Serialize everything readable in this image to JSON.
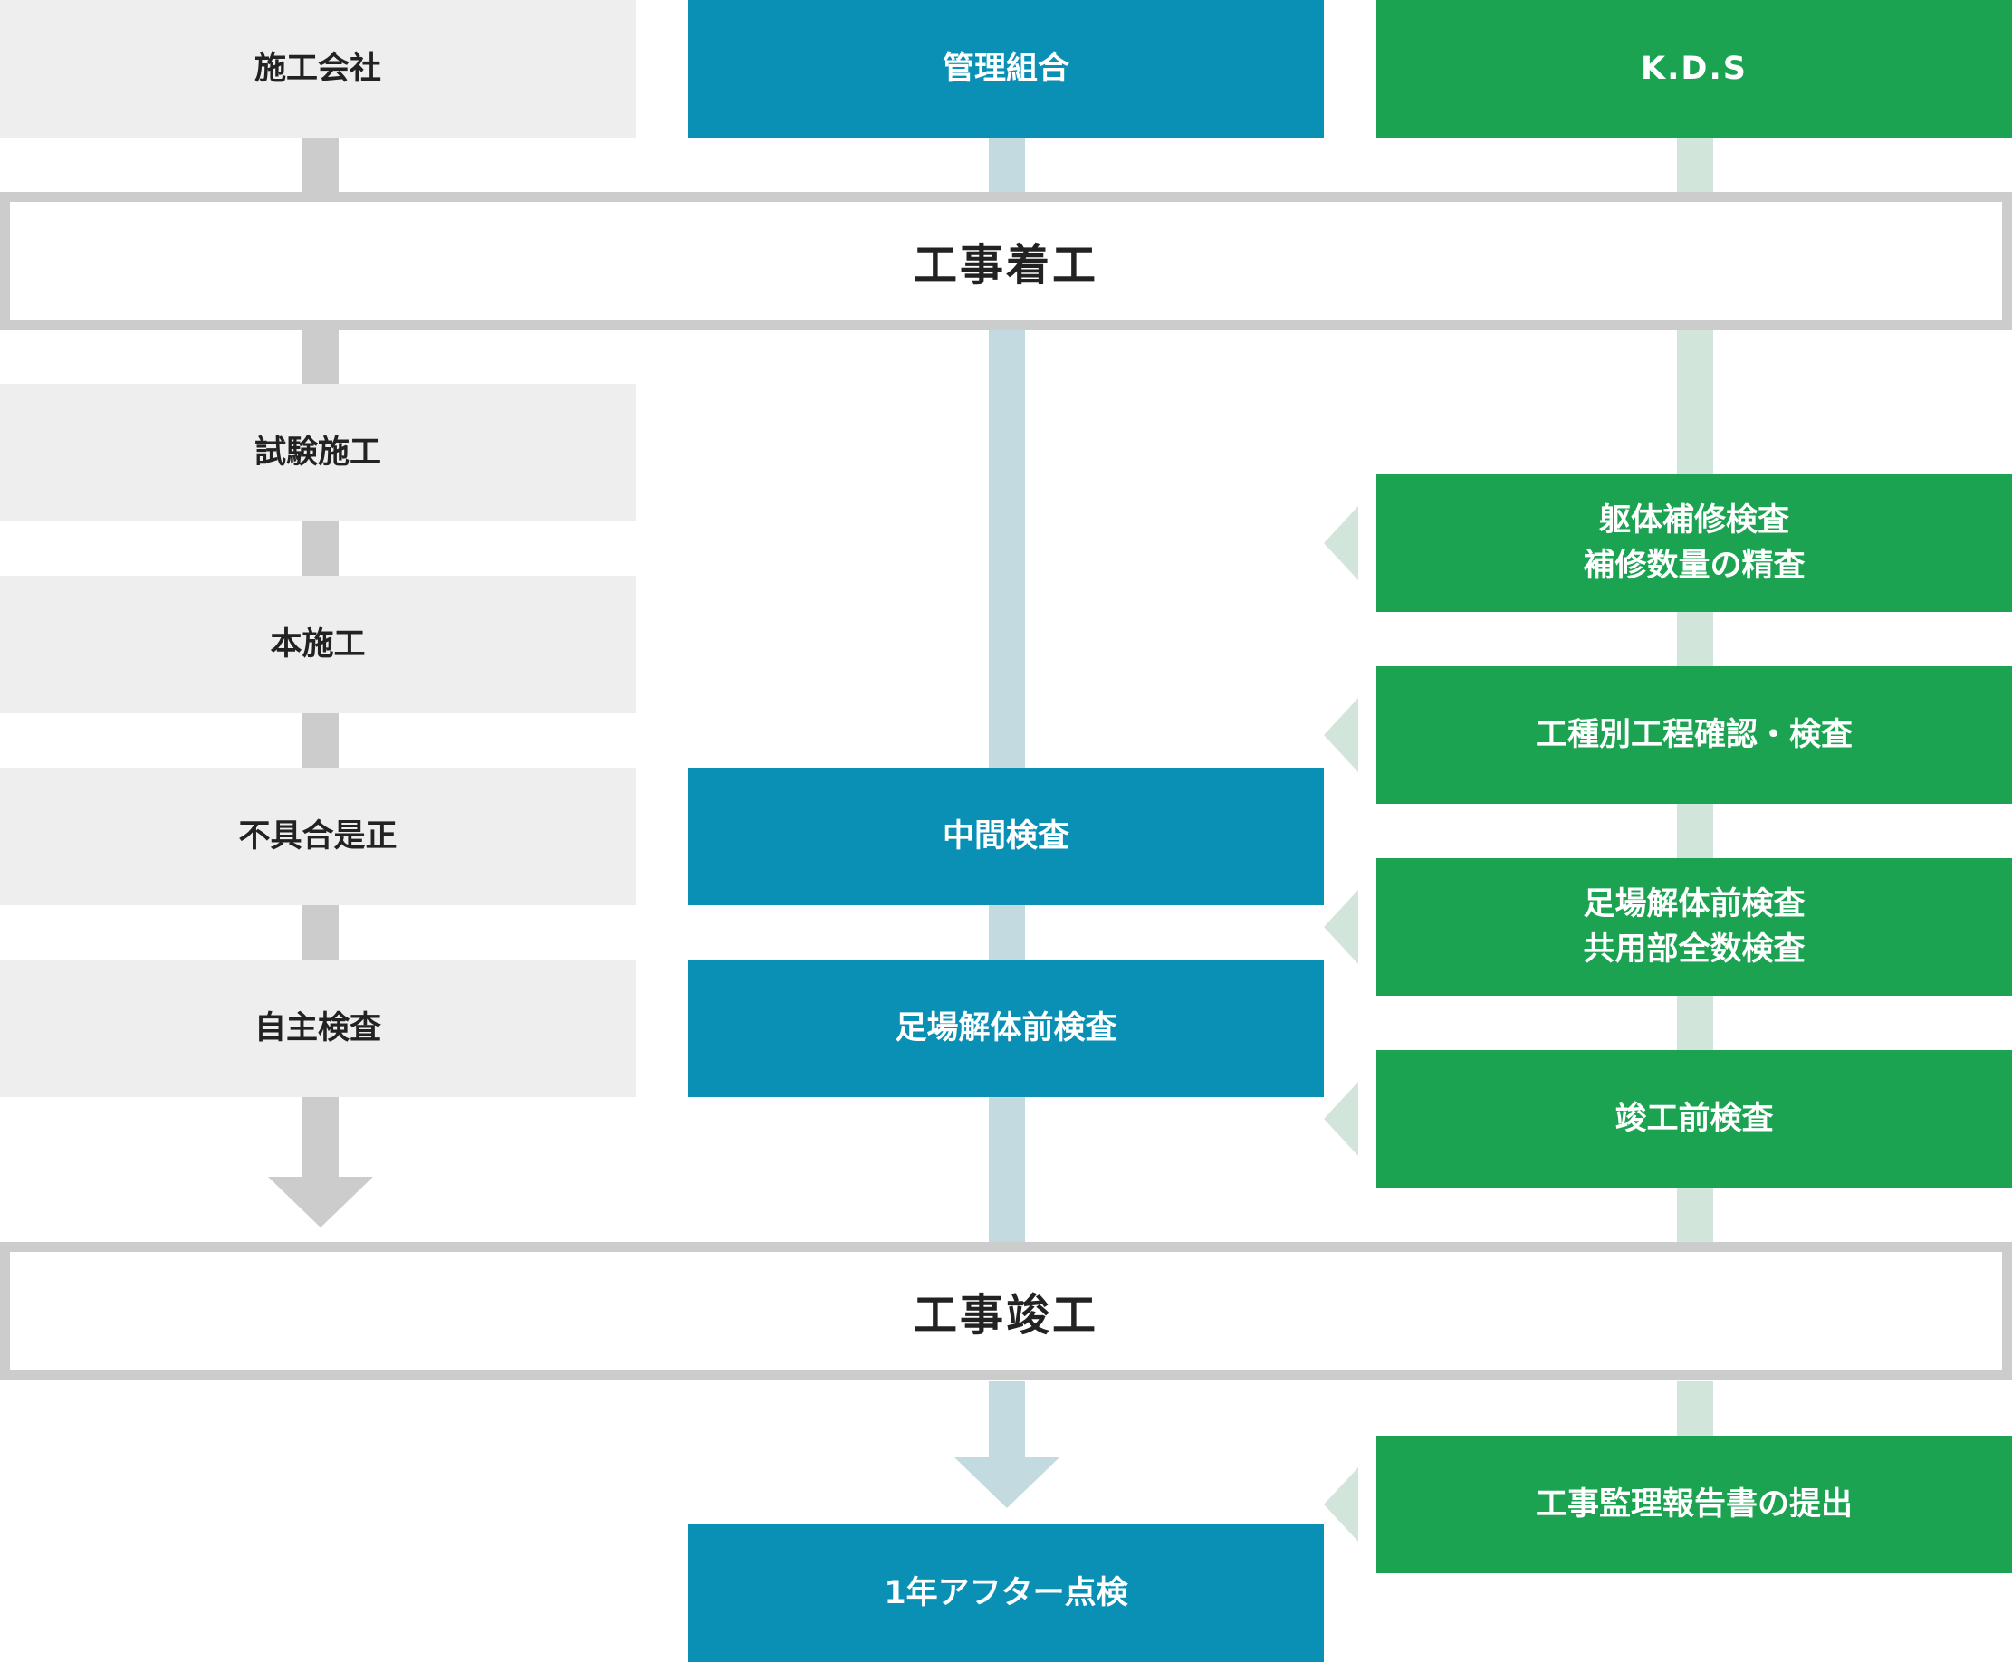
{
  "headers": {
    "contractor": "施工会社",
    "association": "管理組合",
    "kds": "K.D.S"
  },
  "banners": {
    "start": "工事着工",
    "complete": "工事竣工"
  },
  "contractor_steps": [
    "試験施工",
    "本施工",
    "不具合是正",
    "自主検査"
  ],
  "association_steps": [
    "中間検査",
    "足場解体前検査",
    "1年アフター点検"
  ],
  "kds_steps": [
    "躯体補修検査\n補修数量の精査",
    "工種別工程確認・検査",
    "足場解体前検査\n共用部全数検査",
    "竣工前検査",
    "工事監理報告書の提出"
  ],
  "colors": {
    "contractor": "#eeeeee",
    "association": "#0a90b5",
    "kds": "#1ba352",
    "connector_contractor": "#cccccc",
    "connector_association": "#c2dae0",
    "connector_kds": "#d2e5da"
  }
}
